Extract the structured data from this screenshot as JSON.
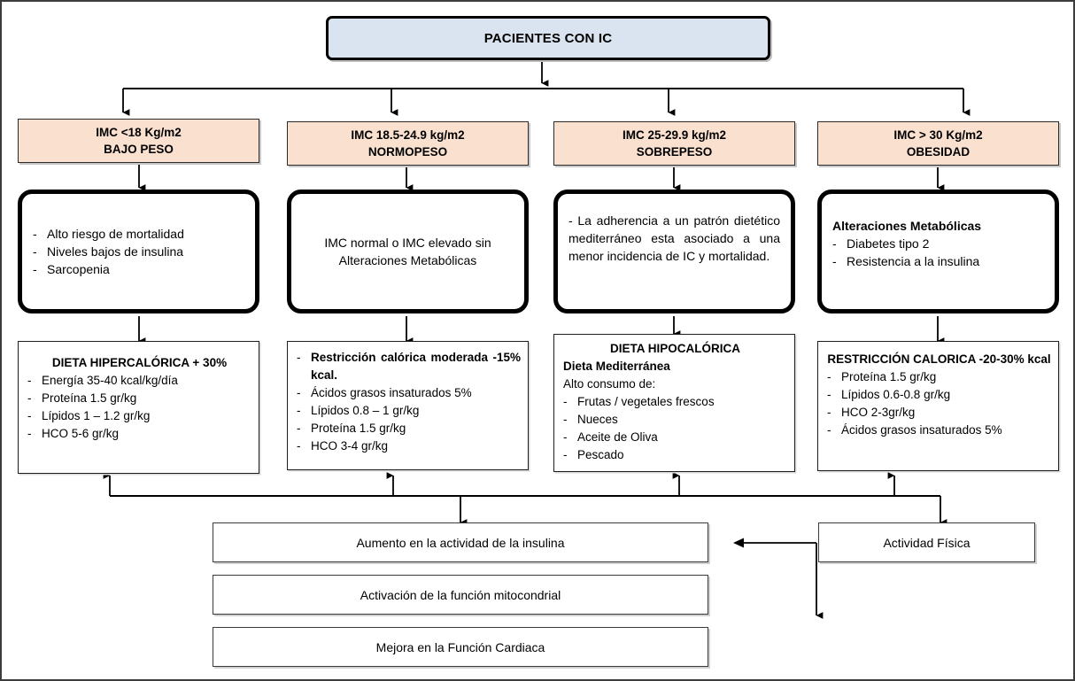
{
  "root": {
    "label": "PACIENTES CON IC",
    "fill": "#dae3f0"
  },
  "categories": [
    {
      "line1": "IMC <18 Kg/m2",
      "line2": "BAJO PESO",
      "fill": "#fae0cf"
    },
    {
      "line1": "IMC 18.5-24.9 kg/m2",
      "line2": "NORMOPESO",
      "fill": "#fae0cf"
    },
    {
      "line1": "IMC 25-29.9 kg/m2",
      "line2": "SOBREPESO",
      "fill": "#fae0cf"
    },
    {
      "line1": "IMC > 30 Kg/m2",
      "line2": "OBESIDAD",
      "fill": "#fae0cf"
    }
  ],
  "findings": [
    {
      "type": "bullets",
      "items": [
        "Alto riesgo de mortalidad",
        "Niveles bajos de insulina",
        "Sarcopenia"
      ]
    },
    {
      "type": "centered",
      "line1": "IMC normal o IMC elevado sin",
      "line2": "Alteraciones Metabólicas"
    },
    {
      "type": "paragraph",
      "text": "-  La  adherencia  a  un  patrón  dietético  mediterráneo  esta  asociado a una menor incidencia de IC y mortalidad."
    },
    {
      "type": "titled-bullets",
      "title": "Alteraciones Metabólicas",
      "items": [
        "Diabetes tipo 2",
        "Resistencia a la insulina"
      ]
    }
  ],
  "diets": [
    {
      "title": "DIETA HIPERCALÓRICA + 30%",
      "title_align": "center",
      "items": [
        "Energía 35-40 kcal/kg/día",
        "Proteína 1.5 gr/kg",
        "Lípidos 1 – 1.2 gr/kg",
        "HCO 5-6 gr/kg"
      ]
    },
    {
      "first_bold": "Restricción calórica moderada -15% kcal.",
      "items": [
        "Ácidos grasos insaturados 5%",
        "Lípidos 0.8 – 1 gr/kg",
        "Proteína 1.5 gr/kg",
        "HCO 3-4 gr/kg"
      ]
    },
    {
      "title": "DIETA HIPOCALÓRICA",
      "title_align": "center",
      "subtitle": "Dieta Mediterránea",
      "lead": "Alto consumo de:",
      "items": [
        "Frutas / vegetales frescos",
        "Nueces",
        "Aceite de Oliva",
        "Pescado"
      ]
    },
    {
      "title": "RESTRICCIÓN CALORICA  -20-30% kcal",
      "title_align": "center",
      "items": [
        "Proteína 1.5 gr/kg",
        "Lípidos 0.6-0.8 gr/kg",
        "HCO 2-3gr/kg",
        "Ácidos grasos insaturados 5%"
      ]
    }
  ],
  "outcomes": [
    "Aumento en la actividad de la insulina",
    "Activación de la función mitocondrial",
    "Mejora en la Función Cardiaca"
  ],
  "activity": {
    "label": "Actividad Física"
  },
  "colors": {
    "root_fill": "#dae3f0",
    "category_fill": "#fae0cf",
    "stroke": "#000000",
    "frame": "#3c3c3c"
  }
}
